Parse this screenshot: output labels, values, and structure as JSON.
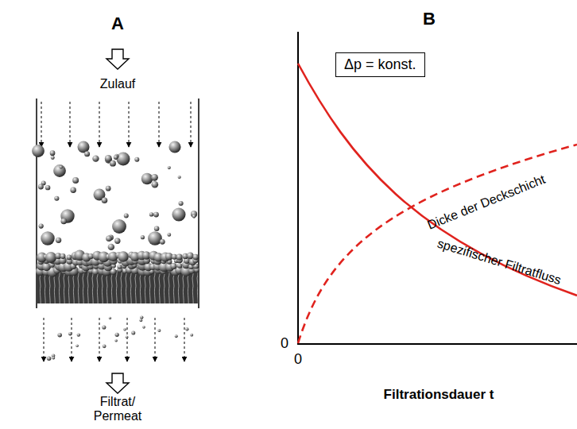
{
  "diagram": {
    "nodes": [
      {
        "text": [
          "Δp = konst."
        ]
      }
    ],
    "labels": [
      "A",
      "B",
      "Zulauf",
      "Filtrat/ Permeat",
      "Dicke der Deckschicht",
      "spezifischer Filtratfluss",
      "0",
      "0",
      "Filtrationsdauer t"
    ]
  }
}
